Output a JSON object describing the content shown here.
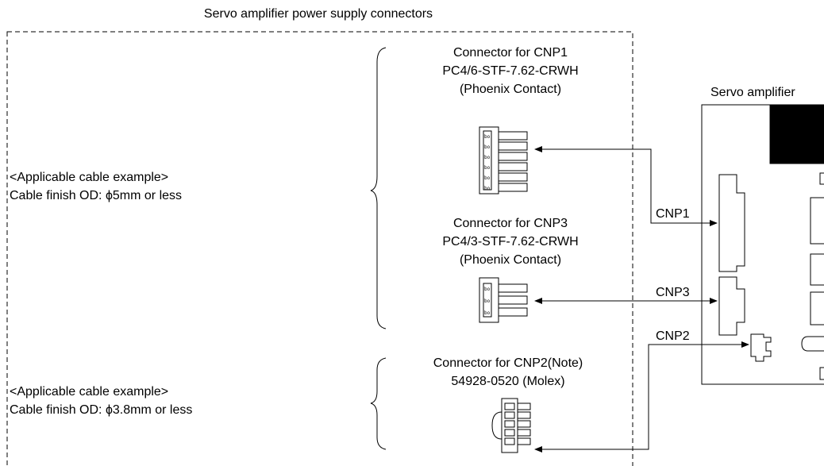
{
  "title": "Servo amplifier power supply connectors",
  "cable_groups": [
    {
      "heading": "<Applicable cable example>",
      "spec": "Cable finish OD: ϕ5mm or less"
    },
    {
      "heading": "<Applicable cable example>",
      "spec": "Cable finish OD: ϕ3.8mm or less"
    }
  ],
  "connectors": [
    {
      "lines": [
        "Connector for CNP1",
        "PC4/6-STF-7.62-CRWH",
        "(Phoenix Contact)"
      ]
    },
    {
      "lines": [
        "Connector for CNP3",
        "PC4/3-STF-7.62-CRWH",
        "(Phoenix Contact)"
      ]
    },
    {
      "lines": [
        "Connector for CNP2(Note)",
        "54928-0520 (Molex)"
      ]
    }
  ],
  "ports": [
    "CNP1",
    "CNP3",
    "CNP2"
  ],
  "servo_label": "Servo amplifier",
  "colors": {
    "line": "#000000",
    "background": "#ffffff",
    "block": "#000000"
  }
}
